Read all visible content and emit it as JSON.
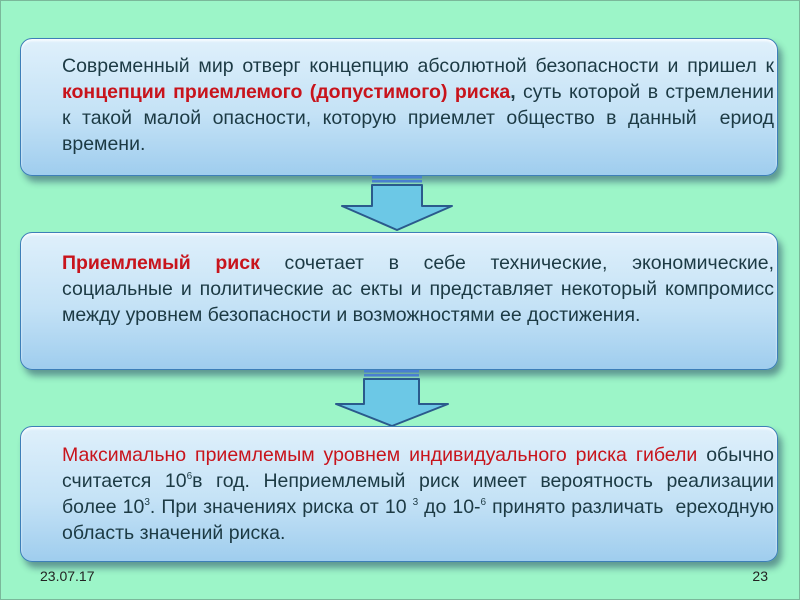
{
  "box1": {
    "p1": "Современный мир отверг концепцию абсолютной безопасности и пришел к ",
    "emph": "концепции приемлемого (допустимого) риска",
    "comma": ",",
    "p2": " суть которой в стремлении к такой малой опасности, которую приемлет общество в данный  ериод времени."
  },
  "box2": {
    "emph": "Приемлемый риск",
    "rest": " сочетает в себе технические, экономические, социальные и политические ас екты и представляет некоторый компромисс между уровнем безопасности и возможностями ее достижения."
  },
  "box3": {
    "emph": "Максимально приемлемым уровнем индивидуального риска гибели",
    "t1": " обычно считается 10",
    "sup1": "6",
    "t2": "в год. Неприемлемый риск имеет вероятность реализации более 10",
    "sup2": "3",
    "t3": ". При значениях риска от 10 ",
    "sup3": "3",
    "t4": " до 10-",
    "sup4": "6",
    "t5": " принято различать  ереходную область значений риска."
  },
  "footer": {
    "date": "23.07.17",
    "page": "23"
  },
  "colors": {
    "background": "#9cf5c8",
    "accent_red": "#c8141c",
    "body_text": "#1c3a44",
    "box_border": "#3d7fb8",
    "arrow_fill": "#6cc8e6"
  }
}
